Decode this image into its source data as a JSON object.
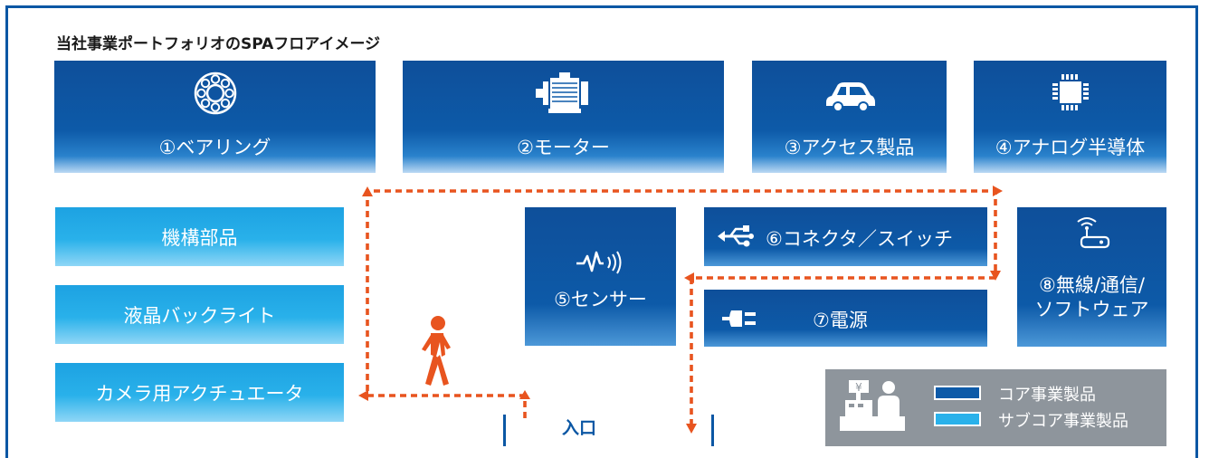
{
  "title": "当社事業ポートフォリオのSPAフロアイメージ",
  "core_products": [
    {
      "label": "①ベアリング",
      "icon": "bearing-icon"
    },
    {
      "label": "②モーター",
      "icon": "motor-icon"
    },
    {
      "label": "③アクセス製品",
      "icon": "car-icon"
    },
    {
      "label": "④アナログ半導体",
      "icon": "chip-icon"
    }
  ],
  "sub_products": [
    {
      "label": "機構部品"
    },
    {
      "label": "液晶バックライト"
    },
    {
      "label": "カメラ用アクチュエータ"
    }
  ],
  "middle_products": {
    "sensor": {
      "label": "⑤センサー",
      "icon": "sensor-wave-icon"
    },
    "connector": {
      "label": "⑥コネクタ／スイッチ",
      "icon": "usb-icon"
    },
    "power": {
      "label": "⑦電源",
      "icon": "plug-icon"
    },
    "wireless_line1": "⑧無線/通信/",
    "wireless_line2": "ソフトウェア",
    "wireless_icon": "router-icon"
  },
  "entrance": "入口",
  "legend": {
    "core": "コア事業製品",
    "sub": "サブコア事業製品",
    "icon": "cashier-icon"
  },
  "colors": {
    "core_blue": "#0d5aa8",
    "sub_blue": "#29b1ea",
    "path_orange": "#e8541f",
    "frame_blue": "#0b57a4",
    "legend_gray": "#8e959c"
  }
}
